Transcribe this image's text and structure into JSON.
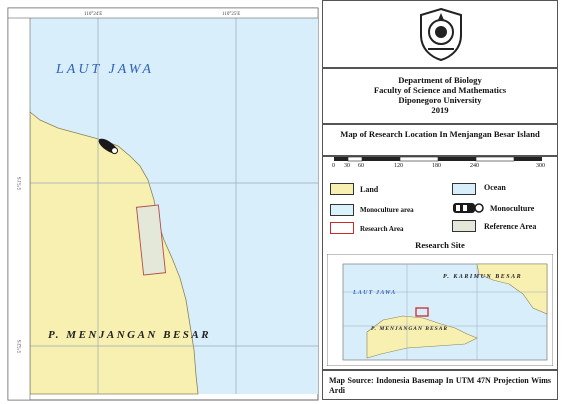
{
  "map": {
    "sea_label": "LAUT JAWA",
    "island_label": "P. MENJANGAN BESAR",
    "top_coords": [
      "110°24'E",
      "110°25'E"
    ],
    "left_coords": [
      "5°51'S",
      "5°52'S"
    ]
  },
  "header": {
    "department": "Department of Biology",
    "faculty": "Faculty of Science and Mathematics",
    "university": "Diponegoro University",
    "year": "2019"
  },
  "map_title": "Map of Research Location In Menjangan Besar Island",
  "scale": {
    "ticks": [
      "0",
      "30",
      "60",
      "120",
      "180",
      "240",
      "300"
    ]
  },
  "legend": {
    "land": "Land",
    "ocean": "Ocean",
    "monoculture_area": "Monoculture area",
    "monoculture": "Monoculture",
    "research_area": "Research Area",
    "reference_area": "Reference Area"
  },
  "research_site": {
    "title": "Research Site",
    "labels": {
      "karimun": "P. KARIMUN BESAR",
      "laut_jawa": "LAUT JAWA",
      "menjangan": "P. MENJANGAN BESAR"
    }
  },
  "source_text": "Map Source: Indonesia Basemap In UTM 47N Projection Wims Ardi",
  "colors": {
    "ocean": "#d9eefb",
    "land": "#f8f0b0",
    "reference": "#e3e8d8",
    "research": "#cc2a2a",
    "grid": "#9aaab8"
  }
}
